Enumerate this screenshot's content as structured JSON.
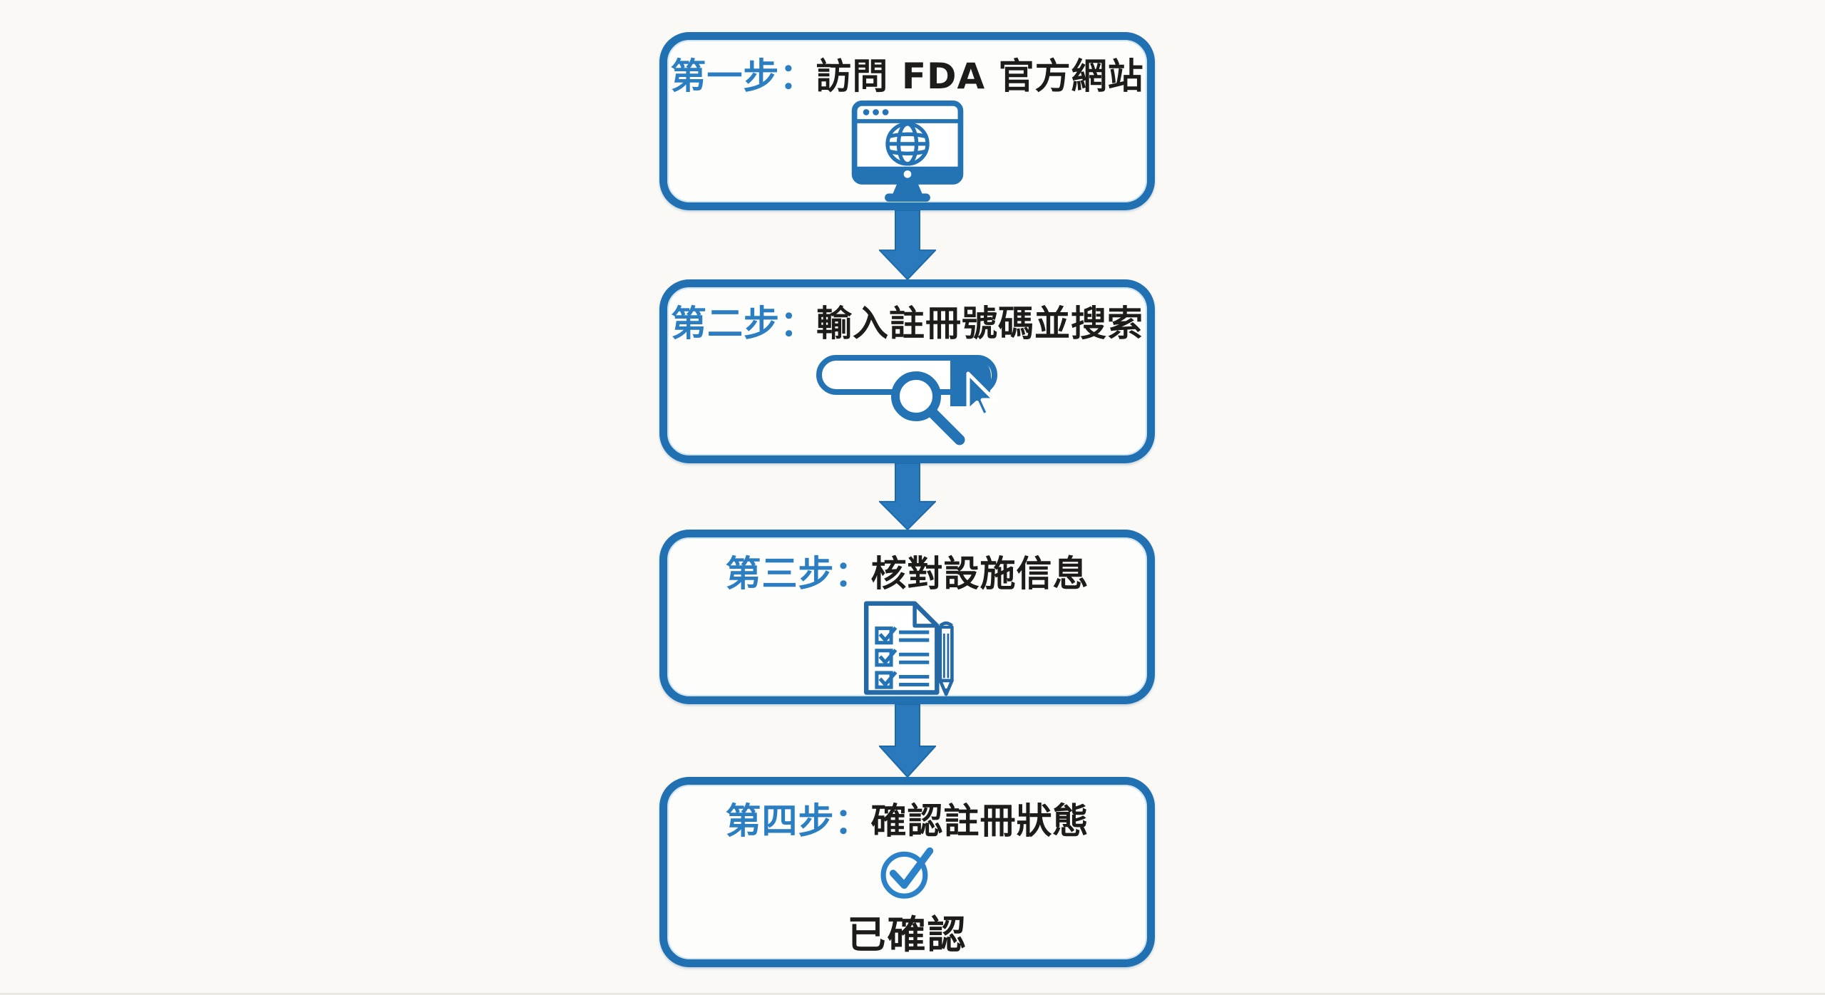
{
  "page": {
    "background_color": "#faf9f5",
    "accent_color": "#2171b2",
    "label_color": "#2b7ec2",
    "text_color": "#1d1c1a"
  },
  "flow": {
    "steps": [
      {
        "label": "第一步：",
        "title": "訪問 FDA 官方網站",
        "icon": "browser-globe-icon"
      },
      {
        "label": "第二步：",
        "title": "輸入註冊號碼並搜索",
        "icon": "search-bar-cursor-icon"
      },
      {
        "label": "第三步：",
        "title": "核對設施信息",
        "icon": "checklist-pencil-icon"
      },
      {
        "label": "第四步：",
        "title": "確認註冊狀態",
        "icon": "check-circle-icon",
        "caption": "已確認"
      }
    ],
    "connector": "down-block-arrow"
  }
}
